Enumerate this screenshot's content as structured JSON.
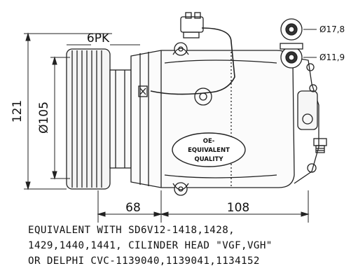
{
  "dimensions": {
    "belt": "6PK",
    "height": "121",
    "pulley_diameter": "Ø105",
    "front_length": "68",
    "body_length": "108",
    "port_large": "Ø17,8",
    "port_small": "Ø11,9"
  },
  "badge": {
    "line1": "OE-",
    "line2": "EQUIVALENT",
    "line3": "QUALITY"
  },
  "notes": [
    "EQUIVALENT WITH SD6V12-1418,1428,",
    "1429,1440,1441, CILINDER HEAD \"VGF,VGH\"",
    "OR DELPHI CVC-1139040,1139041,1134152"
  ]
}
